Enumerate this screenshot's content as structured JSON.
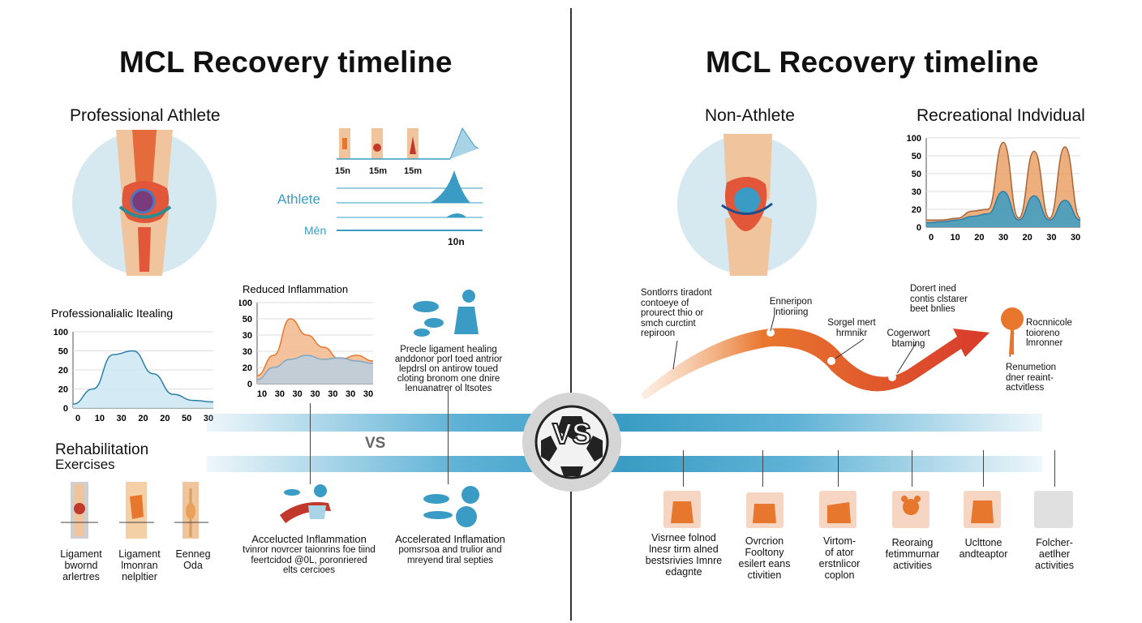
{
  "left": {
    "title": "MCL Recovery timeline",
    "subtitle": "Professional Athlete",
    "mini_labels": [
      "15n",
      "15m",
      "15m"
    ],
    "legend_athlete": "Athlete",
    "legend_men": "Mēn",
    "time_label": "10n",
    "rehab_title": "Rehabilitation",
    "rehab_title2": "Exercises",
    "exercises": [
      {
        "label": "Ligament\nbwornd\narlertres"
      },
      {
        "label": "Ligament\nlmonran\nnelpltier"
      },
      {
        "label": "Eenneg\nOda"
      }
    ],
    "mid_captions": [
      {
        "title": "Accelucted Inflammation",
        "text": "tvinror novrcer taionrins foe tiind\nfeertcidod @0L, poronriered\nelts cercioes"
      },
      {
        "title": "Accelerated Inflamation",
        "text": "pomsrsoa and trulior and\nmreyend tiral septies"
      }
    ],
    "ligament_caption": "Precle ligament healing\nanddonor porl toed antrior\nlepdrsl on antirow toued\ncloting bronom one dnire\nlenuanatrer ol ltsotes"
  },
  "right": {
    "title": "MCL Recovery timeline",
    "subtitle1": "Non-Athlete",
    "subtitle2": "Recreational Indvidual",
    "curve_notes": [
      "Sontlorrs tiradont\ncontoeye of\nprourect thio or\nsmch curctint\nrepiroon",
      "Enneripon\nlntioriing",
      "Sorgel mert\nhrmnikr",
      "Cogerwort\nbtaming",
      "Dorert ined\ncontis clstarer\nbeet bnlies",
      "Rocnnicole\ntoioreno\nlmronner"
    ],
    "return_note": "Renumetion\ndner reaint-\nactvitless",
    "steps": [
      "Visrnee folnod\nlnesr tirm alned\nbestsrivies Imnre\nedagnte",
      "Ovrcrion\nFooltony\nesilert eans\nctivitien",
      "Virtom-\nof ator\nerstnlicor\ncoplon",
      "Reoraing\nfetimmurnar\nactivities",
      "Uclttone\nandteaptor",
      "Folcher-\naetlher\nactivities"
    ]
  },
  "vs_label": "VS",
  "vs_small": "VS",
  "colors": {
    "orange": "#e8772e",
    "red": "#d83a2b",
    "blue": "#3a9cc4",
    "lightblue": "#a9d3e6",
    "skin": "#f0c49c",
    "circle": "#d6e8f0"
  },
  "chart_data": [
    {
      "type": "line",
      "title": "Professionalialic Itealing",
      "x": [
        "0",
        "10",
        "30",
        "20",
        "20",
        "50",
        "30"
      ],
      "yticks": [
        100,
        50,
        20,
        20,
        0
      ],
      "series": [
        {
          "values": [
            0.05,
            0.25,
            0.7,
            0.75,
            0.45,
            0.18,
            0.1,
            0.08
          ]
        }
      ]
    },
    {
      "type": "area",
      "title": "Reduced Inflammation",
      "x": [
        "10",
        "30",
        "30",
        "30",
        "30",
        "30",
        "30"
      ],
      "yticks": [
        100,
        50,
        30,
        30,
        20,
        0
      ],
      "series": [
        {
          "values": [
            0.1,
            0.35,
            0.8,
            0.6,
            0.45,
            0.3,
            0.35,
            0.28
          ]
        },
        {
          "values": [
            0.05,
            0.2,
            0.3,
            0.35,
            0.3,
            0.32,
            0.28,
            0.25
          ]
        }
      ]
    },
    {
      "type": "area",
      "title": "",
      "x": [
        "0",
        "10",
        "20",
        "30",
        "20",
        "30",
        "30"
      ],
      "yticks": [
        100,
        50,
        50,
        30,
        20,
        0
      ],
      "series": [
        {
          "values": [
            0.08,
            0.08,
            0.1,
            0.18,
            0.2,
            0.95,
            0.1,
            0.85,
            0.1,
            0.9,
            0.1
          ]
        },
        {
          "values": [
            0.05,
            0.06,
            0.08,
            0.12,
            0.15,
            0.4,
            0.08,
            0.35,
            0.08,
            0.3,
            0.08
          ]
        }
      ]
    }
  ]
}
